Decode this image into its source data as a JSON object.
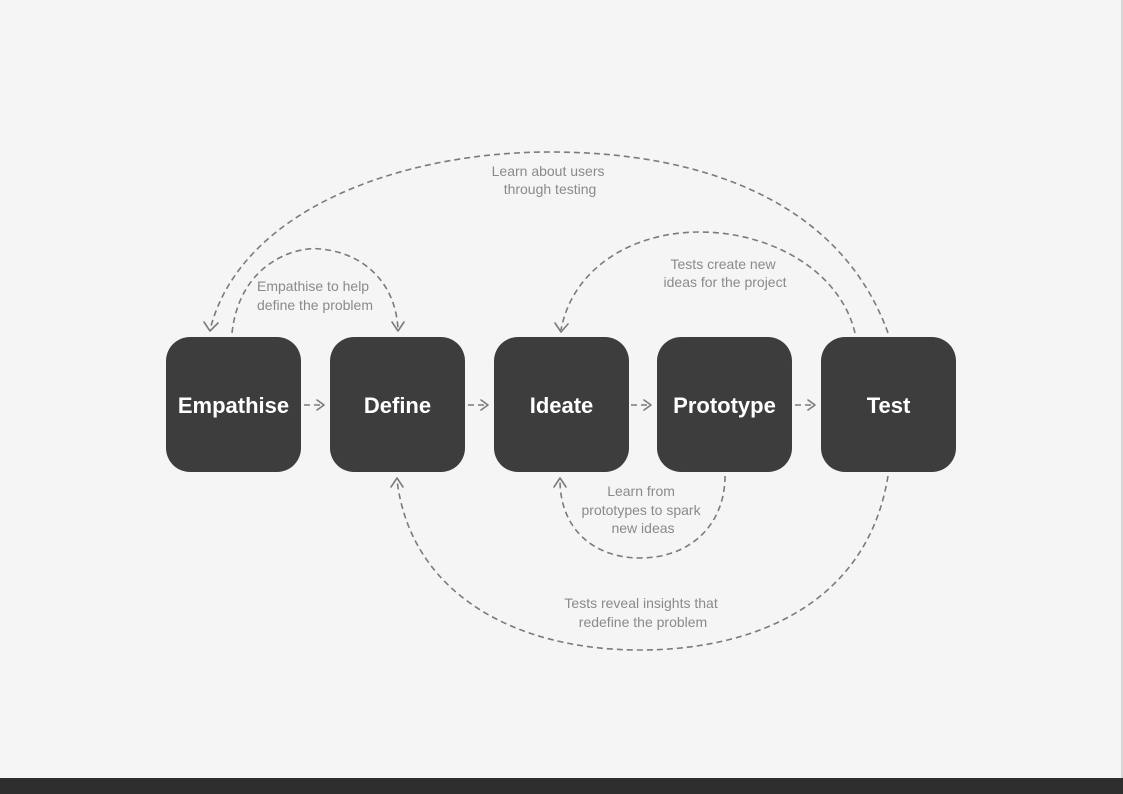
{
  "stages": [
    "Empathise",
    "Define",
    "Ideate",
    "Prototype",
    "Test"
  ],
  "annotations": {
    "learn_users": [
      "Learn about users",
      "through testing"
    ],
    "empathise_define": [
      "Empathise to help",
      "define the problem"
    ],
    "tests_ideas": [
      "Tests create new",
      "ideas for the project"
    ],
    "learn_prototypes": [
      "Learn from",
      "prototypes to spark",
      "new ideas"
    ],
    "tests_insights": [
      "Tests reveal insights that",
      "redefine the problem"
    ]
  },
  "colors": {
    "background": "#f5f5f5",
    "box": "#3d3d3d",
    "label": "#ffffff",
    "connector": "#7b7b7b",
    "note": "#8a8a8a",
    "footer_bar": "#2e2e2e"
  }
}
